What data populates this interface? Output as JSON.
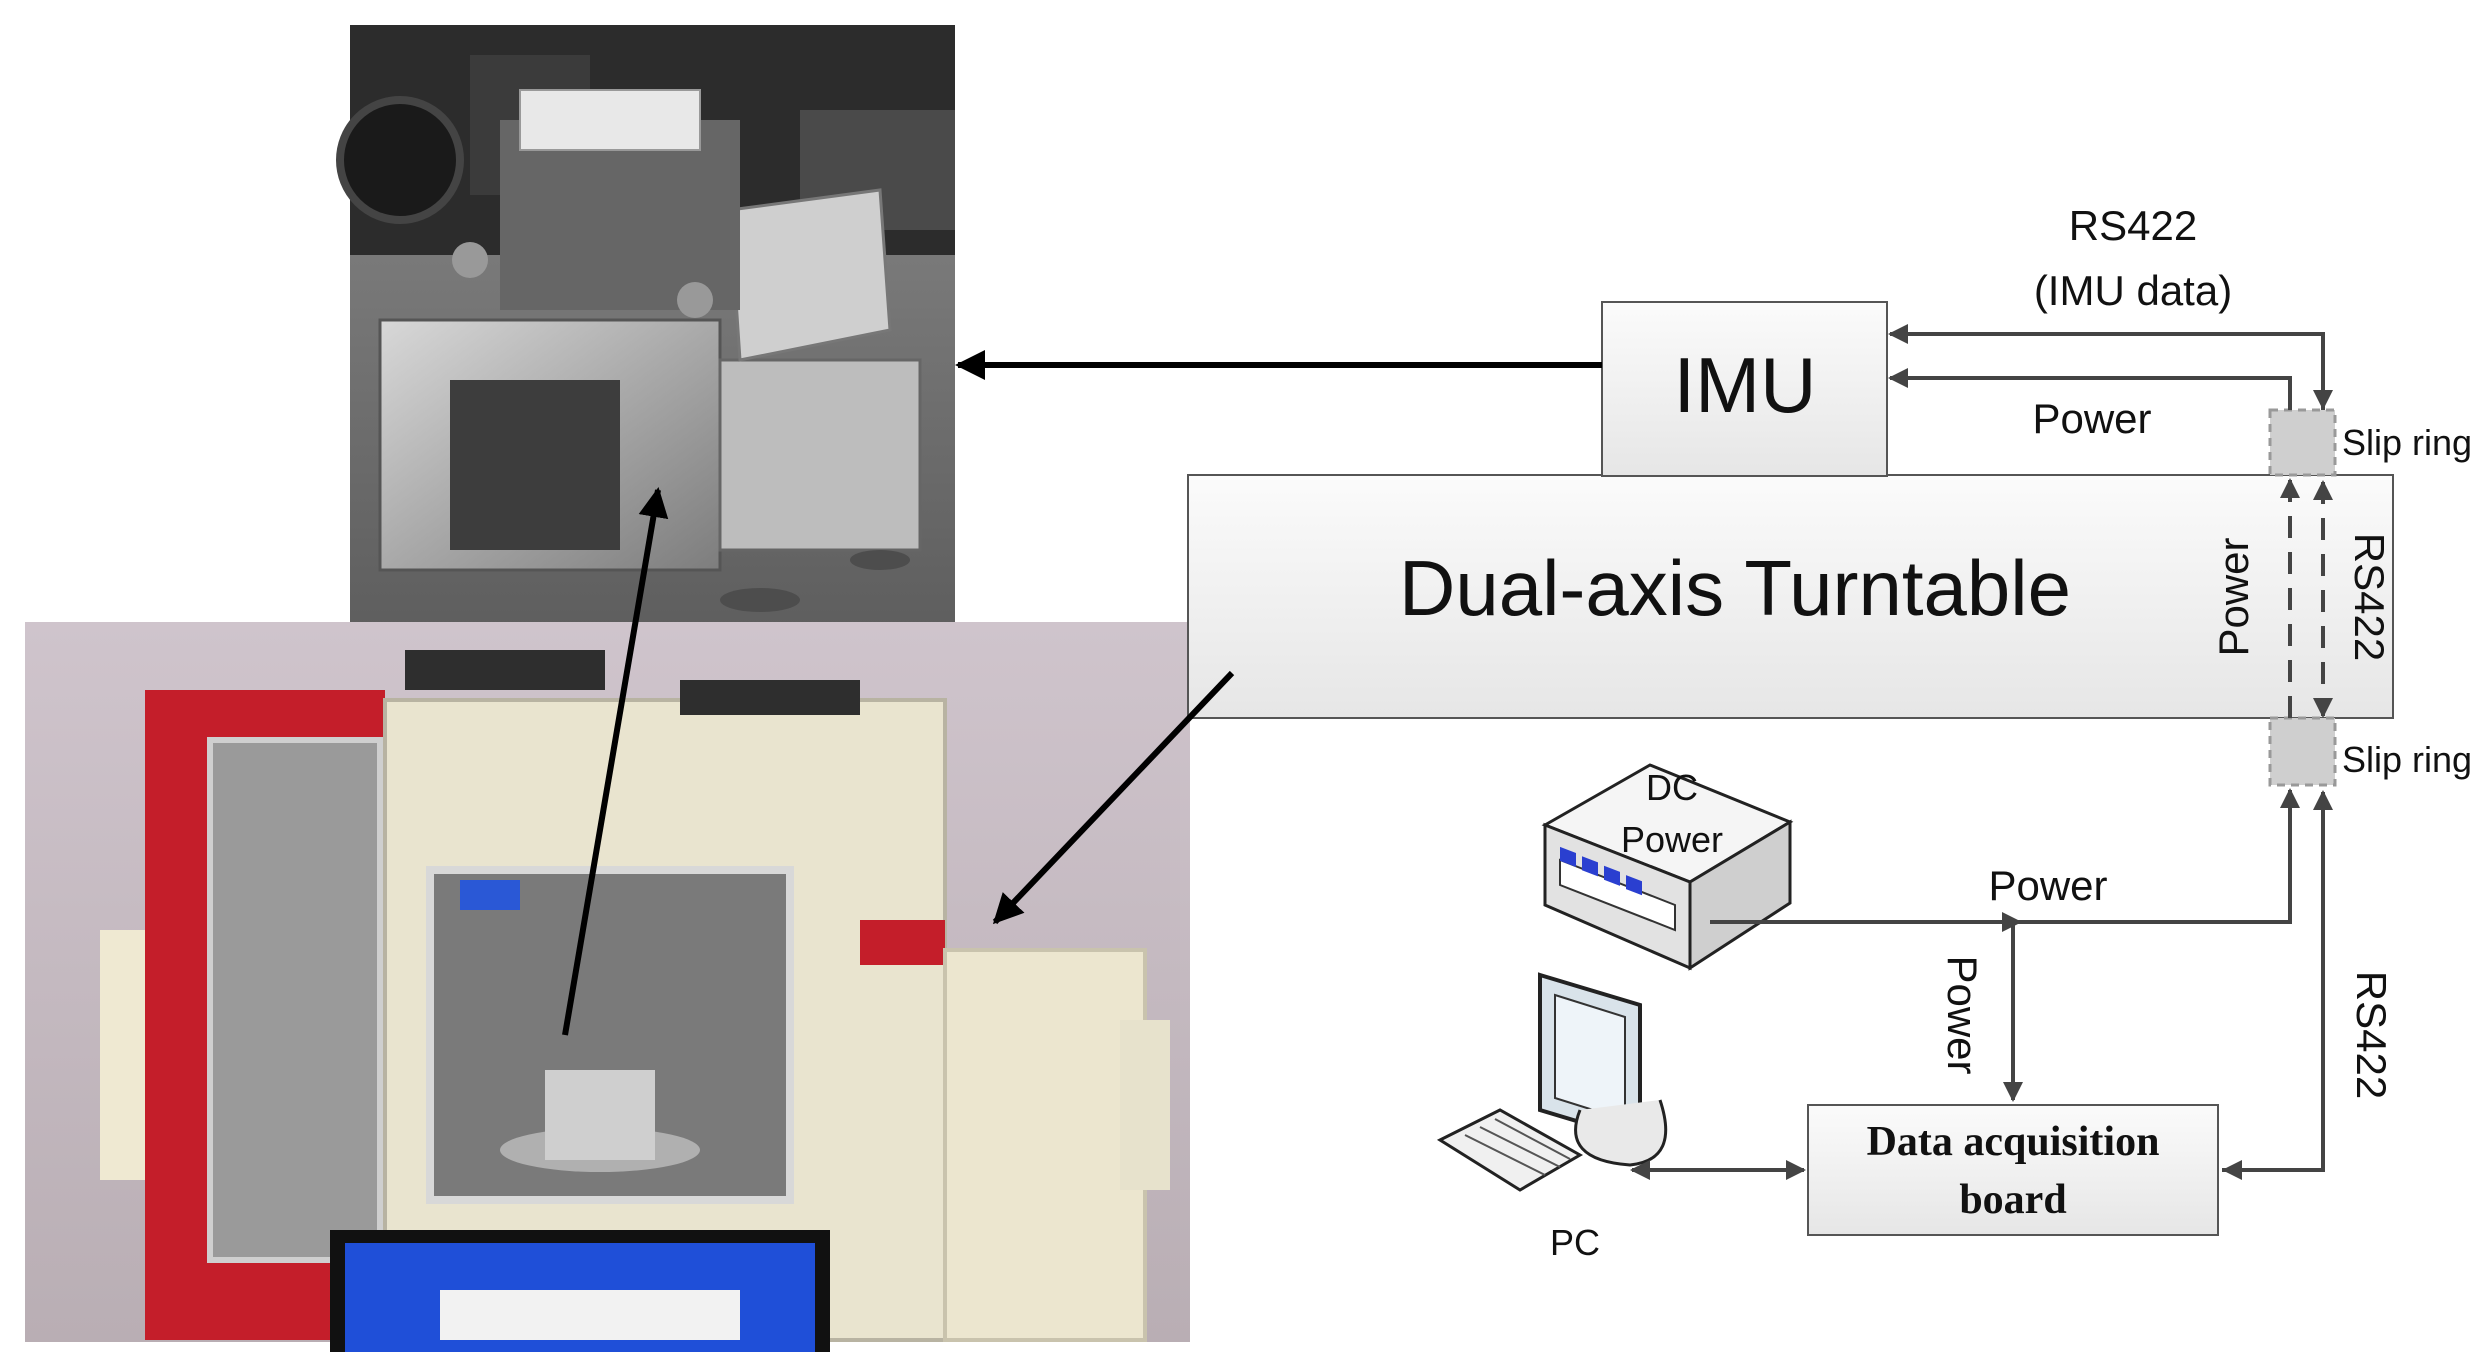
{
  "colors": {
    "box_fill_light": "#f6f6f6",
    "box_stroke": "#555555",
    "arrow_dark": "#444444",
    "arrow_black": "#000000",
    "slip_ring_fill": "#cfcfcf",
    "door_red": "#c41e2a",
    "cabinet_cream": "#e9e4cf",
    "screen_blue": "#1f4fd8"
  },
  "photos": {
    "imu_photo": {
      "icon": "imu-hardware-photo"
    },
    "turntable_photo": {
      "icon": "turntable-lab-photo"
    }
  },
  "blocks": {
    "imu": "IMU",
    "turntable": "Dual-axis Turntable",
    "data_board_line1": "Data acquisition",
    "data_board_line2": "board",
    "dc_power_line1": "DC",
    "dc_power_line2": "Power",
    "pc": "PC",
    "slip_ring_top": "Slip ring",
    "slip_ring_bottom": "Slip ring"
  },
  "labels": {
    "rs422_top_line1": "RS422",
    "rs422_top_line2": "(IMU data)",
    "power_top": "Power",
    "power_vertical_turntable": "Power",
    "rs422_vertical_turntable": "RS422",
    "power_dc_out": "Power",
    "power_vertical_board": "Power",
    "rs422_vertical_right": "RS422"
  }
}
